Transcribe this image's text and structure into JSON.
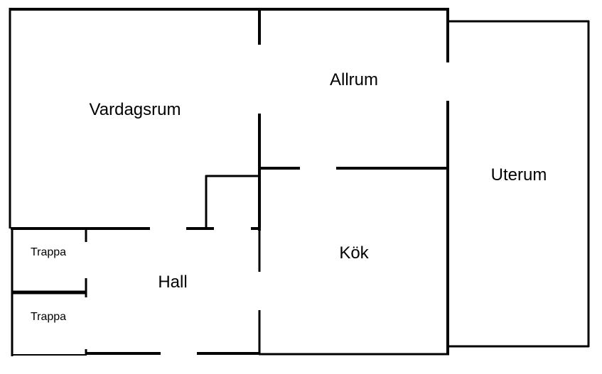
{
  "floorplan": {
    "rooms": {
      "vardagsrum": "Vardagsrum",
      "allrum": "Allrum",
      "uterum": "Uterum",
      "kok": "Kök",
      "hall": "Hall",
      "trappa_upper": "Trappa",
      "trappa_lower": "Trappa"
    },
    "colors": {
      "wall": "#000000",
      "background": "#ffffff"
    }
  }
}
